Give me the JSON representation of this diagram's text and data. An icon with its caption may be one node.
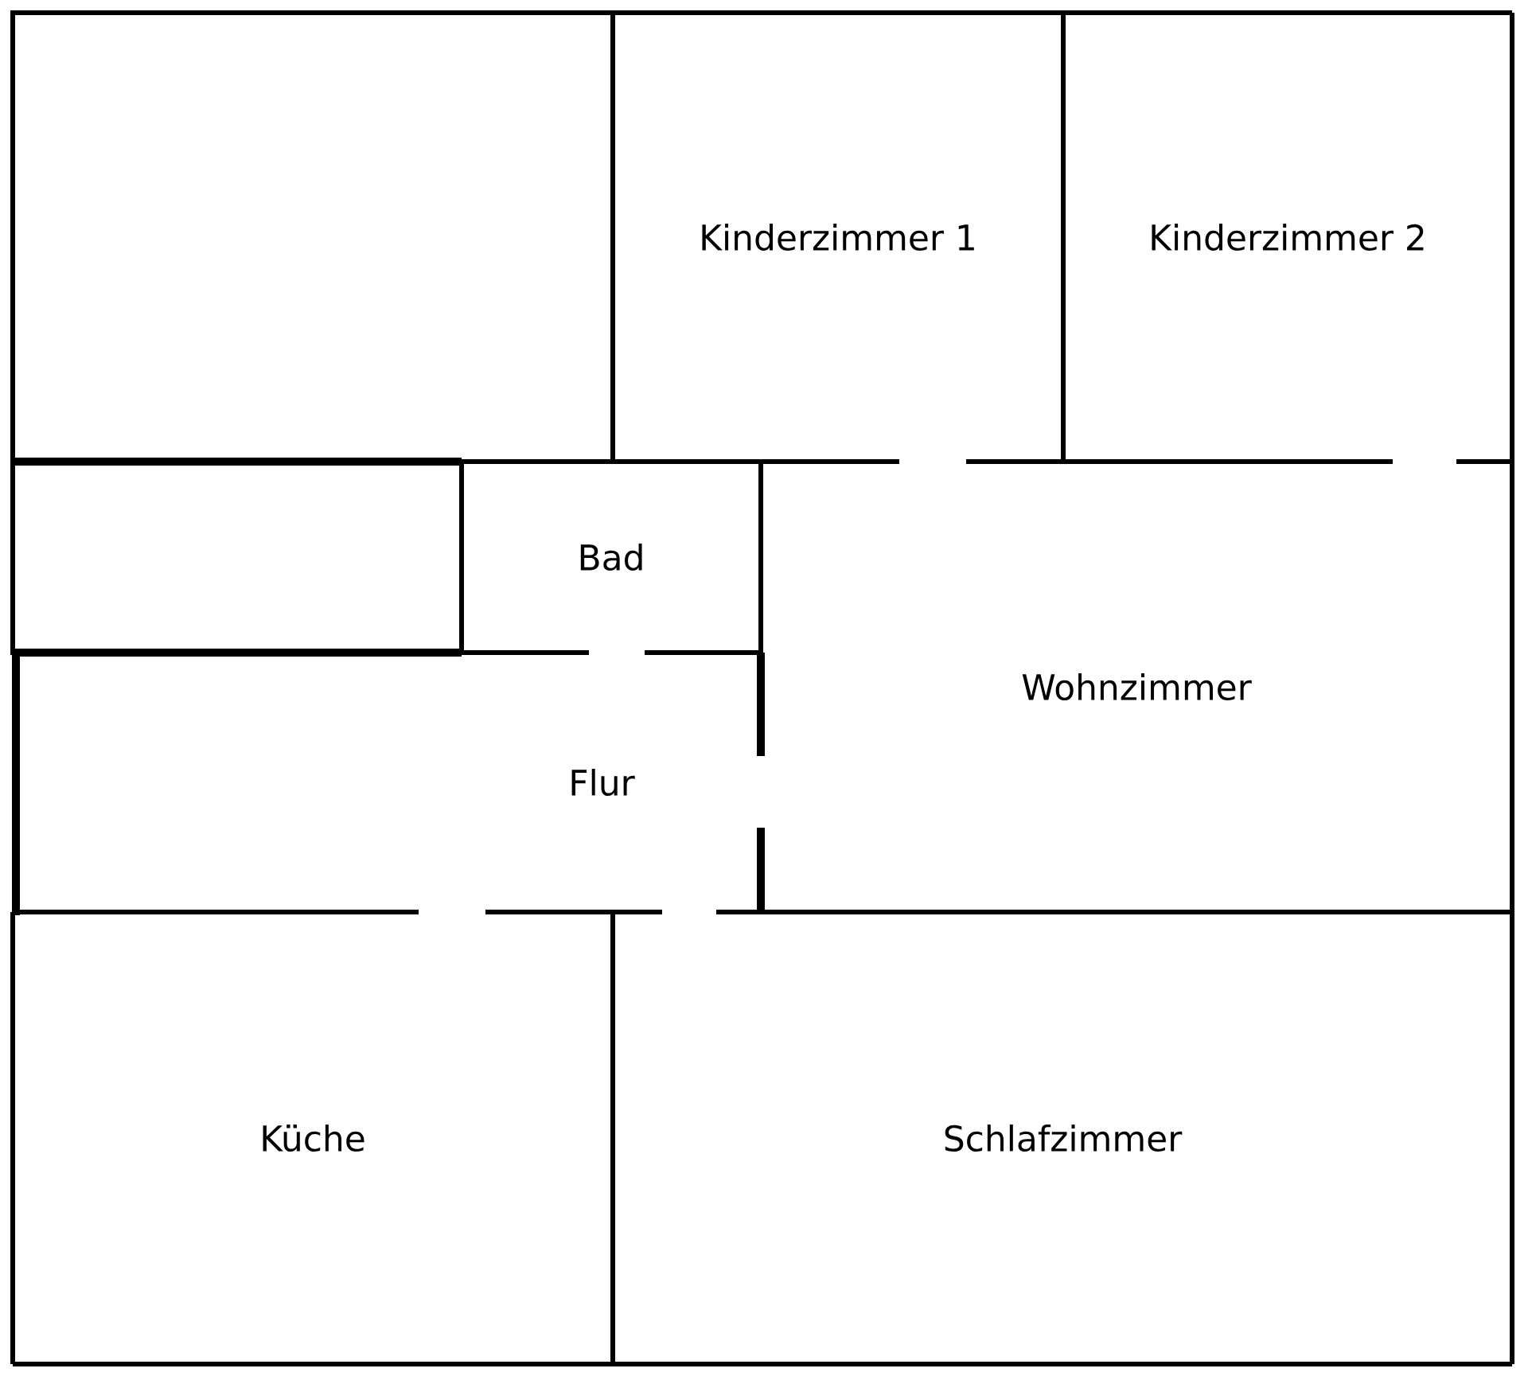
{
  "diagram": {
    "nodes": [
      {
        "text": [],
        "shape": "box"
      },
      {
        "text": [
          "Kinderzimmer 1"
        ]
      },
      {
        "text": [
          "Kinderzimmer 2"
        ]
      },
      {
        "text": [],
        "shape": "box"
      },
      {
        "text": [
          "Bad"
        ]
      },
      {
        "text": [
          "Wohnzimmer"
        ]
      },
      {
        "text": [
          "Flur"
        ]
      },
      {
        "text": [
          "Küche"
        ]
      },
      {
        "text": [
          "Schlafzimmer"
        ]
      }
    ]
  }
}
